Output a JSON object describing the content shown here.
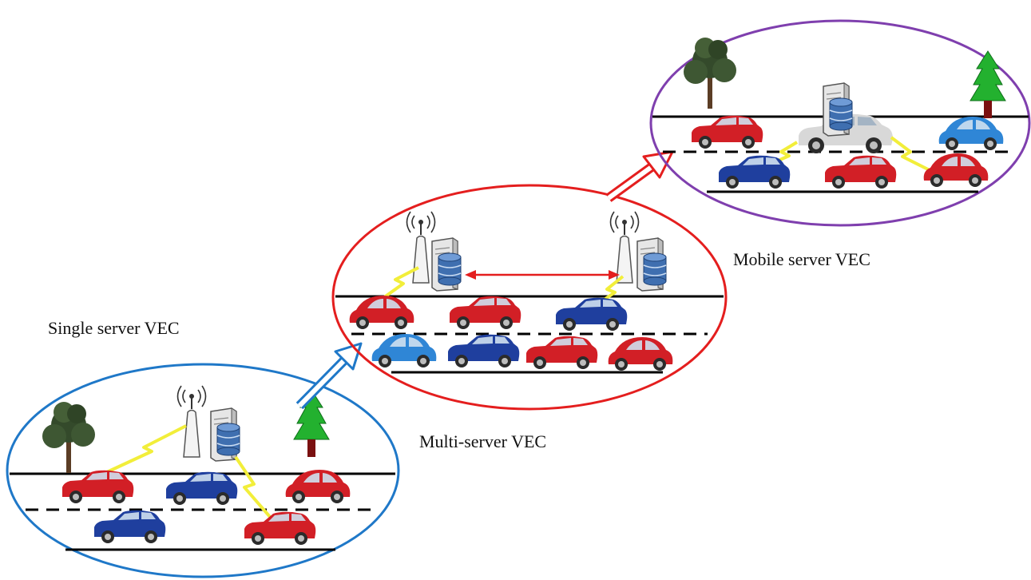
{
  "labels": {
    "single": "Single server VEC",
    "multi": "Multi-server VEC",
    "mobile": "Mobile server VEC"
  },
  "colors": {
    "single_ring": "#1f78c8",
    "multi_ring": "#e41e1e",
    "mobile_ring": "#7f3fae",
    "car_red": "#d21f26",
    "car_blue": "#1f3f9e",
    "car_light_blue": "#2f86d6",
    "car_silver": "#d8d8d8",
    "wireless_link": "#f2ee3a",
    "tree_green": "#23b12f",
    "tree_trunk": "#7a1010",
    "server_db": "#3f6fb0"
  },
  "icons": [
    "tree-icon",
    "pine-tree-icon",
    "antenna-tower-icon",
    "server-database-icon",
    "car-icon",
    "lightning-link-icon",
    "arrow-icon"
  ]
}
